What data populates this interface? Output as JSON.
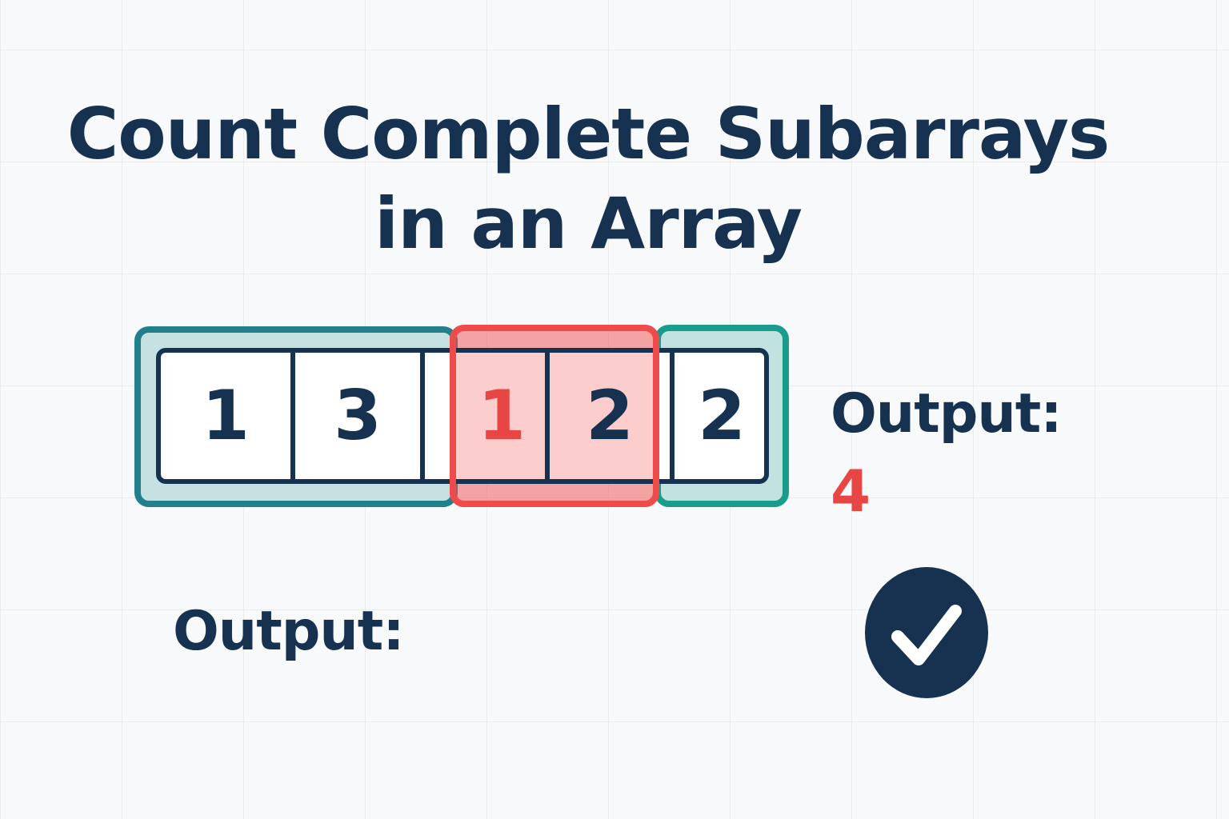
{
  "title": {
    "line1": "Count Complete Subarrays",
    "line2": "in an Array"
  },
  "array": {
    "cells": [
      "1",
      "3",
      "",
      "1",
      "2",
      "2"
    ],
    "highlighted_index": 3
  },
  "groups": [
    {
      "name": "teal-subarray",
      "color": "#247f8c"
    },
    {
      "name": "red-subarray",
      "color": "#ef4b4b"
    },
    {
      "name": "green-subarray",
      "color": "#1a9c8c"
    }
  ],
  "result": {
    "label": "Output:",
    "value": "4"
  },
  "second_output": {
    "label": "Output:"
  },
  "icons": {
    "check": "check-circle-icon"
  },
  "colors": {
    "navy": "#163250",
    "red": "#e84545",
    "teal": "#247f8c",
    "green": "#1a9c8c"
  }
}
